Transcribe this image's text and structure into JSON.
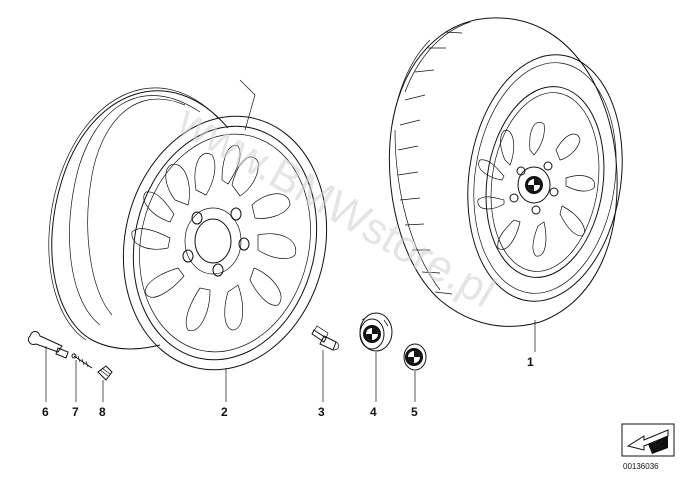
{
  "watermark": "www.BMWstore.pl",
  "parts": [
    {
      "no": "1",
      "name": "complete-wheel"
    },
    {
      "no": "2",
      "name": "light-alloy-rim"
    },
    {
      "no": "3",
      "name": "wheel-bolt"
    },
    {
      "no": "4",
      "name": "hub-cap"
    },
    {
      "no": "5",
      "name": "emblem"
    },
    {
      "no": "6",
      "name": "valve"
    },
    {
      "no": "7",
      "name": "valve-insert"
    },
    {
      "no": "8",
      "name": "valve-cap"
    }
  ],
  "reference_number": "00136036",
  "icons": {
    "arrow_box": "arrow-navigation-icon",
    "logo": "bmw-roundel-icon"
  },
  "colors": {
    "line": "#111111",
    "watermark": "#cfcfcf",
    "background": "#ffffff"
  }
}
